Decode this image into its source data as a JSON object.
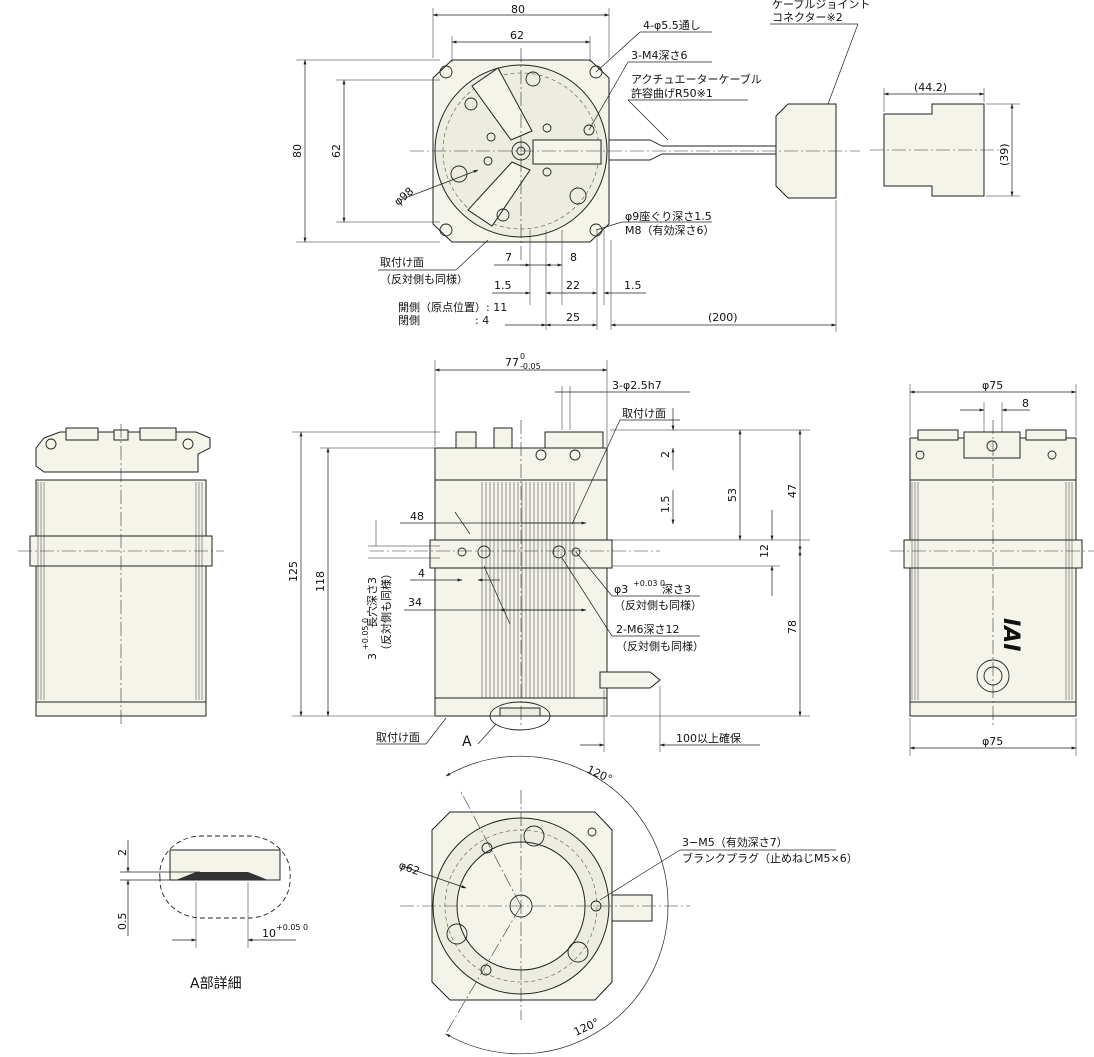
{
  "top_view": {
    "dim_80": "80",
    "dim_62_h": "62",
    "dim_80_v": "80",
    "dim_62_v": "62",
    "dia_98": "φ98",
    "hole_note": "4-φ5.5通し",
    "tap_note": "3-M4深さ6",
    "cable_note_1": "アクチュエーターケーブル",
    "cable_note_2": "許容曲げR50※1",
    "cable_joint_1": "ケーブルジョイント",
    "cable_joint_2": "コネクター※2",
    "dim_44_2": "(44.2)",
    "dim_39": "(39)",
    "counterbore_1": "φ9座ぐり深さ1.5",
    "counterbore_2": "M8（有効深さ6）",
    "mount_face_1": "取付け面",
    "mount_face_2": "（反対側も同様）",
    "dim_7": "7",
    "dim_8": "8",
    "dim_1_5a": "1.5",
    "dim_22": "22",
    "dim_1_5b": "1.5",
    "open_label_1": "開側（原点位置）: 11",
    "open_label_2": "閉側　　　　　: 4",
    "dim_25": "25",
    "dim_200": "(200)"
  },
  "front_view": {
    "dim_77": "77",
    "tol_77_up": "0",
    "tol_77_low": "-0.05",
    "pin_note": "3-φ2.5h7",
    "mount_face": "取付け面",
    "dim_2": "2",
    "dim_53": "53",
    "dim_47": "47",
    "dim_1_5": "1.5",
    "dim_12": "12",
    "dim_78": "78",
    "dim_125": "125",
    "dim_118": "118",
    "dim_48": "48",
    "dim_4": "4",
    "dim_34": "34",
    "slot_note_1": "3",
    "slot_note_2": "長穴深さ3",
    "slot_note_3": "（反対側も同様）",
    "slot_tol": "+0.05 0",
    "pinhole_1": "φ3",
    "pinhole_tol": "+0.03 0",
    "pinhole_2": "深さ3",
    "pinhole_3": "（反対側も同様）",
    "m6_note_1": "2-M6深さ12",
    "m6_note_2": "（反対側も同様）",
    "mount_face_bottom": "取付け面",
    "label_a": "A",
    "clearance": "100以上確保"
  },
  "side_view": {
    "dia_75_top": "φ75",
    "dim_8": "8",
    "dia_75_bottom": "φ75",
    "logo": "IAI"
  },
  "bottom_view": {
    "angle_1": "120°",
    "angle_2": "120°",
    "dia_62": "φ62",
    "tap_note_1": "3−M5（有効深さ7）",
    "tap_note_2": "ブランクプラグ（止めねじM5×6）"
  },
  "detail_a": {
    "dim_2": "2",
    "dim_0_5": "0.5",
    "dim_10": "10",
    "tol_10": "+0.05 0",
    "caption": "A部詳細"
  }
}
